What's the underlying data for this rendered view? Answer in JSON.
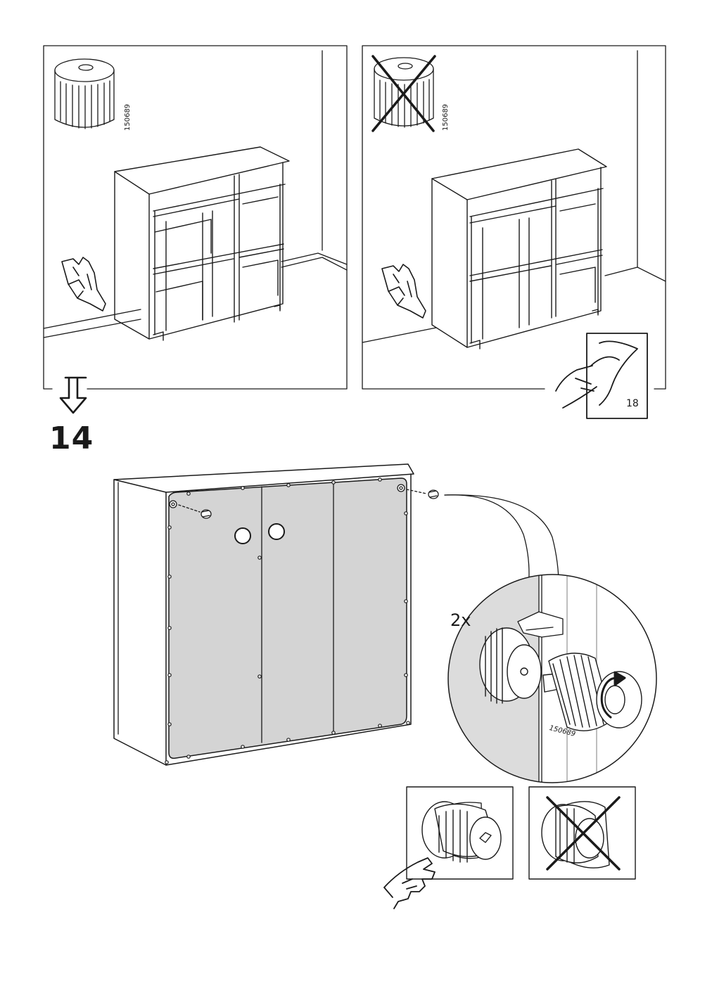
{
  "step": {
    "number": "14"
  },
  "part": {
    "id": "150689"
  },
  "detail": {
    "quantity": "2x"
  },
  "page_ref": {
    "number": "18"
  },
  "icons": {
    "ok_foot": "adjustable-foot-icon",
    "bad_foot": "adjustable-foot-crossed-icon",
    "hand_press": "pressing-hand-icon",
    "page_turn": "page-turn-icon",
    "next_step": "arrow-down-icon",
    "rotate": "rotate-arrow-icon"
  },
  "colors": {
    "ink": "#1a1a1a",
    "panel_fill": "#d4d4d4",
    "zoom_fill": "#e2e2e2"
  }
}
